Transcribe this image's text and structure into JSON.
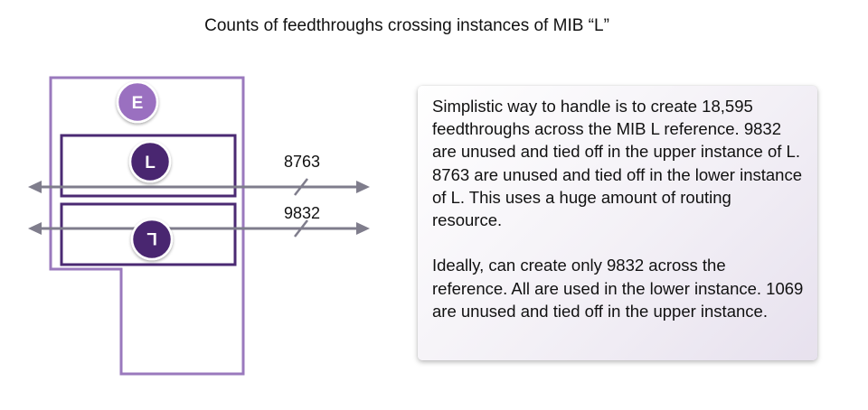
{
  "title": "Counts of feedthroughs crossing instances of MIB “L”",
  "diagram": {
    "outer_block_label": "E",
    "upper_instance_label": "L",
    "lower_instance_label": "L",
    "upper_count": "8763",
    "lower_count": "9832"
  },
  "colors": {
    "outer_block": "#9a79bd",
    "instance_block": "#4b2a73",
    "arrow": "#7f7d8c",
    "badge_e": "#9a6fc0",
    "badge_l": "#4a2870"
  },
  "note": {
    "paragraph_1": "Simplistic way to handle is to create 18,595 feedthroughs across the MIB L reference. 9832 are unused and tied off in the upper instance of L. 8763 are unused and tied off in the lower instance of L. This uses a huge amount of routing resource.",
    "paragraph_2": "Ideally, can create only 9832 across the reference. All are used in the lower instance. 1069 are unused and tied off in the upper instance."
  }
}
